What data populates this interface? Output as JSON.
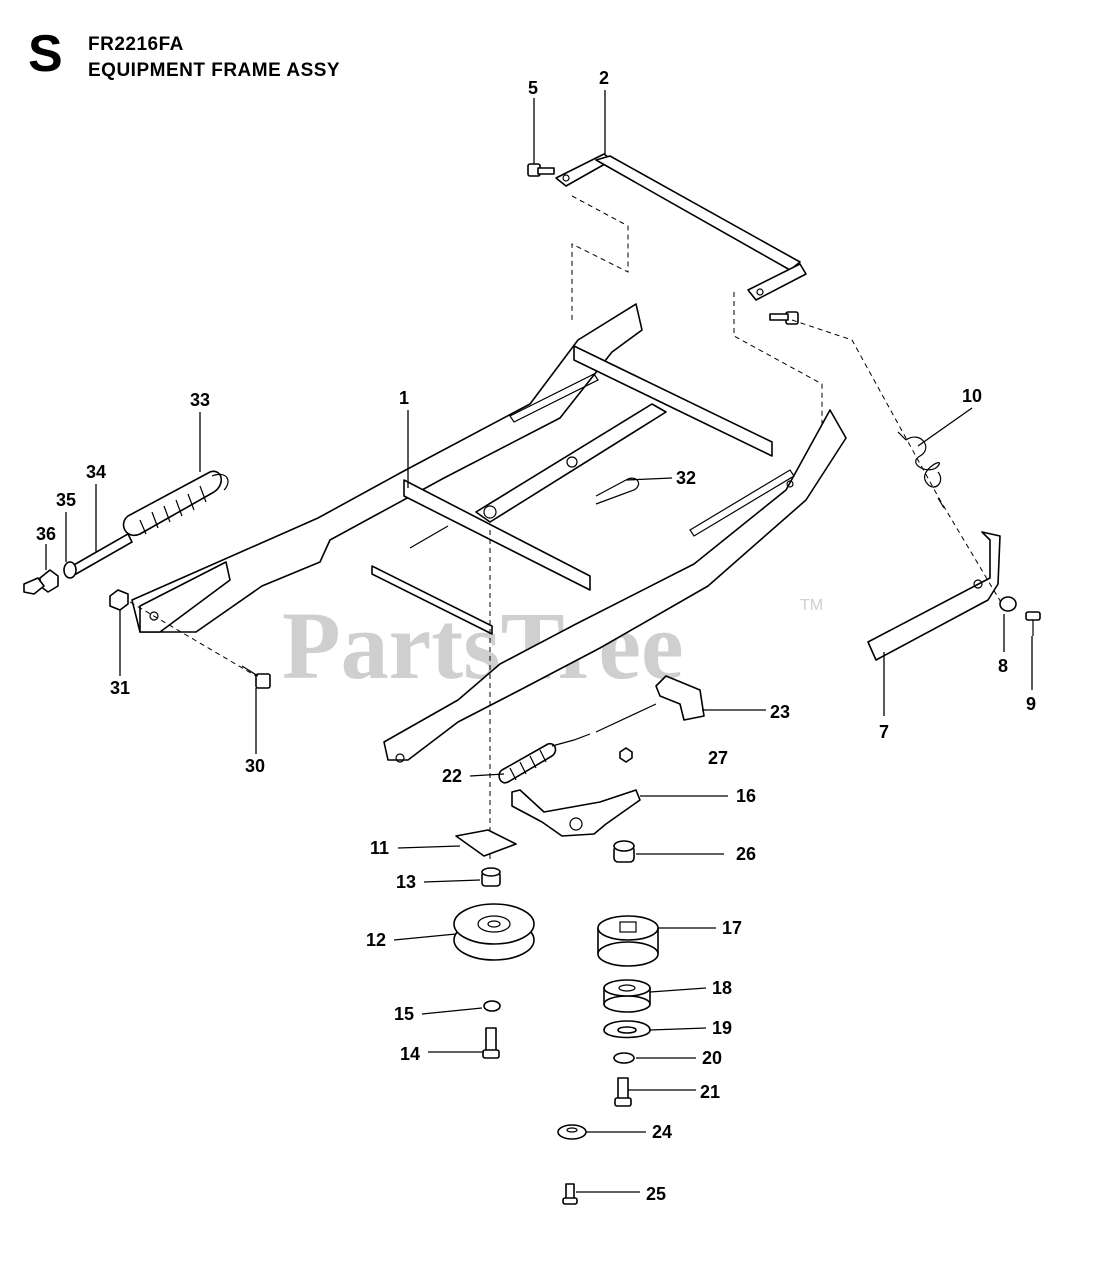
{
  "header": {
    "section_letter": "S",
    "model": "FR2216FA",
    "title": "EQUIPMENT FRAME ASSY"
  },
  "watermark": {
    "text": "PartsTree",
    "trademark": "TM"
  },
  "callouts": [
    "1",
    "2",
    "5",
    "7",
    "8",
    "9",
    "10",
    "11",
    "12",
    "13",
    "14",
    "15",
    "16",
    "17",
    "18",
    "19",
    "20",
    "21",
    "22",
    "23",
    "24",
    "25",
    "26",
    "27",
    "30",
    "31",
    "32",
    "33",
    "34",
    "35",
    "36"
  ]
}
